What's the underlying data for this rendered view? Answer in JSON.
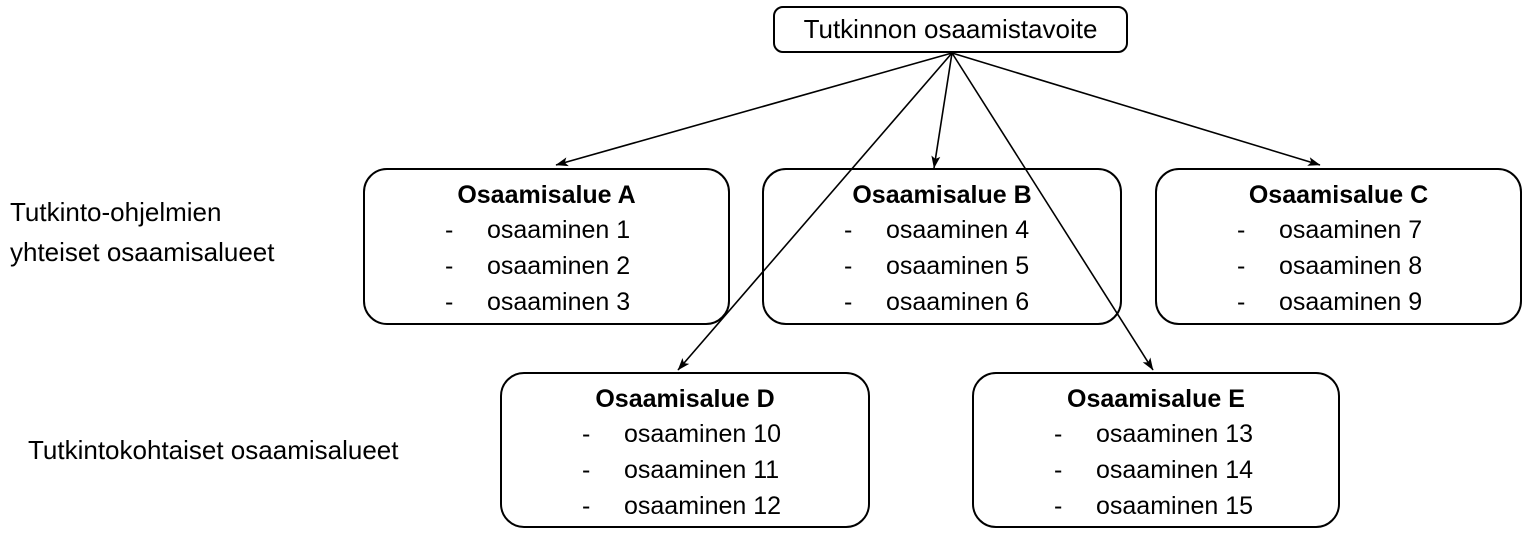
{
  "diagram": {
    "root_label": "Tutkinnon osaamistavoite",
    "list_marker": "-",
    "row_labels": {
      "shared_line1": "Tutkinto-ohjelmien",
      "shared_line2": "yhteiset osaamisalueet",
      "specific": "Tutkintokohtaiset osaamisalueet"
    },
    "areas": [
      {
        "title": "Osaamisalue A",
        "items": [
          "osaaminen 1",
          "osaaminen 2",
          "osaaminen 3"
        ]
      },
      {
        "title": "Osaamisalue B",
        "items": [
          "osaaminen 4",
          "osaaminen 5",
          "osaaminen 6"
        ]
      },
      {
        "title": "Osaamisalue C",
        "items": [
          "osaaminen 7",
          "osaaminen 8",
          "osaaminen 9"
        ]
      },
      {
        "title": "Osaamisalue D",
        "items": [
          "osaaminen 10",
          "osaaminen 11",
          "osaaminen 12"
        ]
      },
      {
        "title": "Osaamisalue E",
        "items": [
          "osaaminen 13",
          "osaaminen 14",
          "osaaminen 15"
        ]
      }
    ],
    "colors": {
      "stroke": "#000000",
      "text": "#000000",
      "background": "#ffffff"
    }
  }
}
